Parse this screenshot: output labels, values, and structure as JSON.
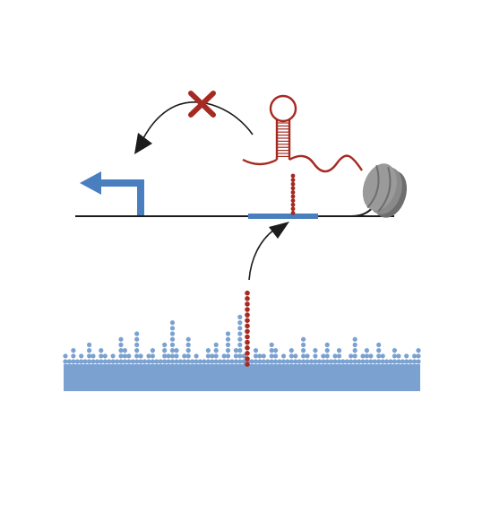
{
  "colors": {
    "background": "#ffffff",
    "promoter_blue": "#4a7fbf",
    "distribution_blue": "#7aa1d0",
    "rna_red": "#a52a22",
    "dark_line": "#1c1c1c",
    "nucleosome_gray": "#9a9a9a",
    "nucleosome_dark": "#6e6e6e"
  },
  "icons": {
    "promoter": "bent-arrow-icon",
    "inhibition": "cross-mark-icon",
    "rna": "hairpin-rna-icon",
    "nucleosome": "nucleosome-icon",
    "binding_site": "target-site-icon"
  },
  "distribution": {
    "highlight_column_count": 14,
    "column_counts": [
      2,
      1,
      3,
      1,
      2,
      1,
      4,
      2,
      1,
      3,
      2,
      1,
      2,
      1,
      5,
      3,
      2,
      1,
      6,
      2,
      1,
      2,
      3,
      1,
      1,
      4,
      2,
      8,
      3,
      1,
      2,
      5,
      1,
      2,
      1,
      1,
      3,
      2,
      4,
      1,
      2,
      6,
      1,
      3,
      9,
      2,
      1,
      1,
      3,
      2,
      2,
      1,
      4,
      3,
      1,
      2,
      1,
      3,
      2,
      1,
      5,
      2,
      1,
      3,
      1,
      2,
      4,
      1,
      2,
      3,
      1,
      1,
      2,
      5,
      1,
      2,
      3,
      2,
      1,
      4,
      2,
      1,
      1,
      3,
      2,
      1,
      2,
      1,
      2,
      3
    ]
  }
}
